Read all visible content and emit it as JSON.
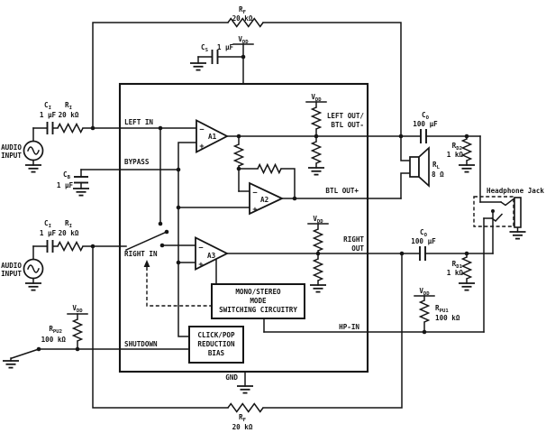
{
  "schematic": {
    "power_net": {
      "base": "V",
      "sub": "DD"
    },
    "inputs": {
      "audio_line1": "AUDIO",
      "audio_line2": "INPUT"
    },
    "headphone_jack_label": "Headphone Jack",
    "ic": {
      "pins": {
        "left_in": "LEFT IN",
        "bypass": "BYPASS",
        "right_in": "RIGHT IN",
        "shutdown": "SHUTDOWN",
        "left_out_line1": "LEFT OUT/",
        "left_out_line2": "BTL OUT-",
        "btl_out_plus": "BTL OUT+",
        "right_out_line1": "RIGHT",
        "right_out_line2": "OUT",
        "hp_in": "HP-IN",
        "gnd": "GND"
      },
      "amps": {
        "a1": "A1",
        "a2": "A2",
        "a3": "A3",
        "minus": "−",
        "plus": "+"
      },
      "blocks": {
        "mode_switch": {
          "line1": "MONO/STEREO",
          "line2": "MODE",
          "line3": "SWITCHING CIRCUITRY"
        },
        "click_pop": {
          "line1": "CLICK/POP",
          "line2": "REDUCTION",
          "line3": "BIAS"
        }
      }
    },
    "components": {
      "rf": {
        "ref": "R",
        "sub": "F",
        "value": "20 kΩ"
      },
      "ci": {
        "ref": "C",
        "sub": "I",
        "value": "1 µF"
      },
      "ri": {
        "ref": "R",
        "sub": "I",
        "value": "20 kΩ"
      },
      "cb": {
        "ref": "C",
        "sub": "B",
        "value": "1 µF"
      },
      "cs": {
        "ref": "C",
        "sub": "S",
        "value": "1 µF"
      },
      "co": {
        "ref": "C",
        "sub": "O",
        "value": "100 µF"
      },
      "rd1": {
        "ref": "R",
        "sub": "D1",
        "value": "1 kΩ"
      },
      "rd2": {
        "ref": "R",
        "sub": "D2",
        "value": "1 kΩ"
      },
      "rl": {
        "ref": "R",
        "sub": "L",
        "value": "8 Ω"
      },
      "rpu1": {
        "ref": "R",
        "sub": "PU1",
        "value": "100 kΩ"
      },
      "rpu2": {
        "ref": "R",
        "sub": "PU2",
        "value": "100 kΩ"
      }
    }
  }
}
